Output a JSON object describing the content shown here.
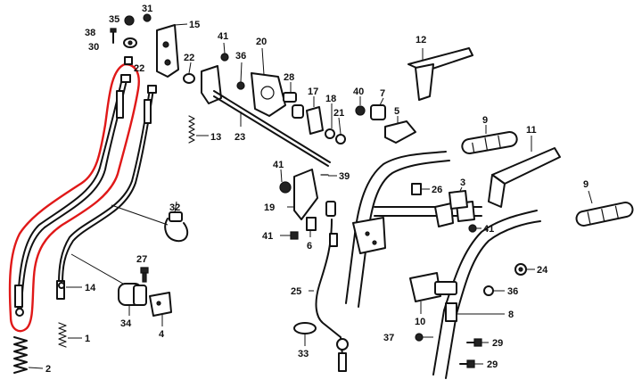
{
  "diagram": {
    "highlight_color": "#e01818",
    "line_color": "#111111",
    "callouts": [
      "1",
      "2",
      "3",
      "4",
      "5",
      "6",
      "7",
      "8",
      "9",
      "9",
      "10",
      "11",
      "12",
      "13",
      "14",
      "15",
      "17",
      "18",
      "19",
      "20",
      "21",
      "22",
      "22",
      "23",
      "24",
      "25",
      "26",
      "27",
      "28",
      "29",
      "29",
      "30",
      "31",
      "32",
      "33",
      "34",
      "35",
      "36",
      "36",
      "37",
      "38",
      "39",
      "40",
      "41",
      "41",
      "41",
      "41"
    ]
  }
}
